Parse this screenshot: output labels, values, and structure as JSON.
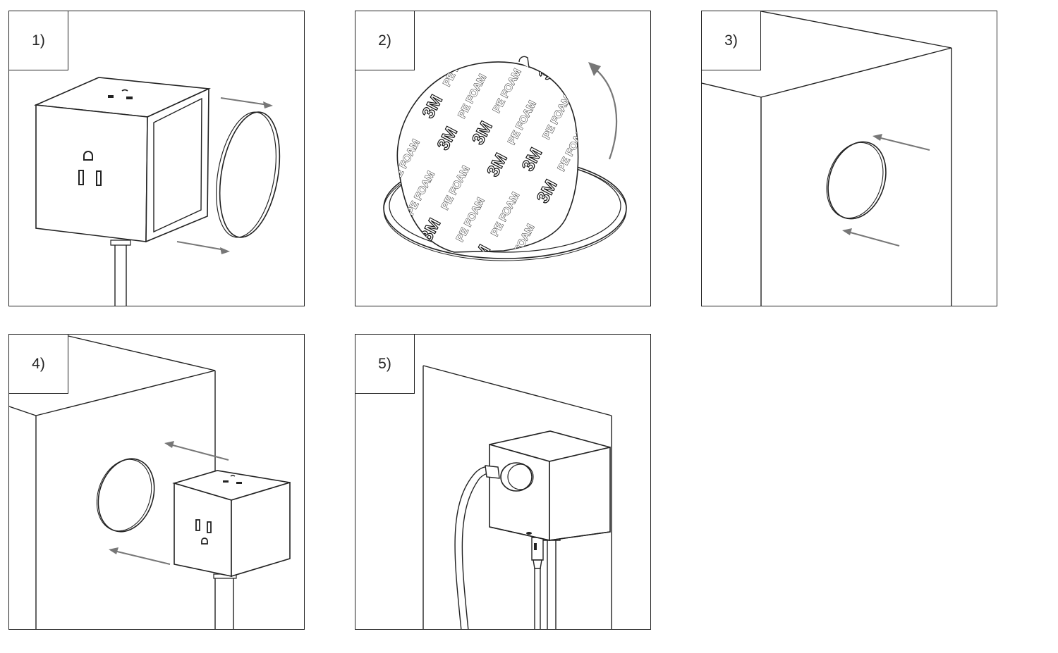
{
  "steps": [
    {
      "label": "1)",
      "icon": "cube-socket-with-adhesive-pad"
    },
    {
      "label": "2)",
      "icon": "peel-3m-foam-liner"
    },
    {
      "label": "3)",
      "icon": "press-pad-on-wall"
    },
    {
      "label": "4)",
      "icon": "attach-cube-to-pad"
    },
    {
      "label": "5)",
      "icon": "mounted-cube-with-cords"
    }
  ],
  "liner": {
    "brand": "3M",
    "material": "PE FOAM"
  },
  "colors": {
    "line": "#222222",
    "arrow": "#777777",
    "background": "#ffffff"
  }
}
